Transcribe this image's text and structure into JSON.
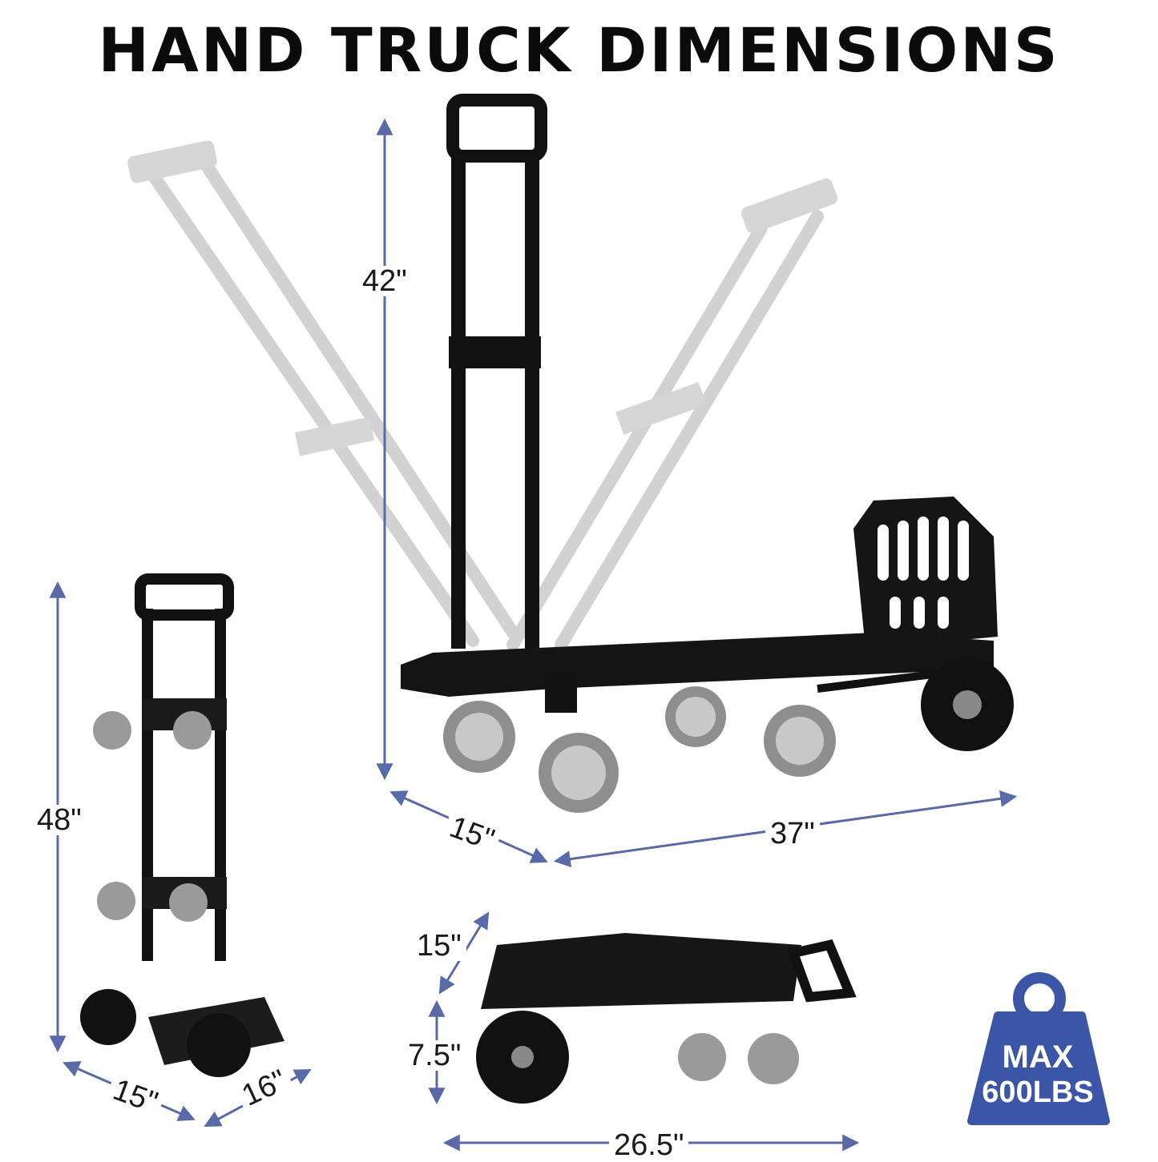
{
  "title": "HAND TRUCK DIMENSIONS",
  "dimensions": {
    "main_height": "42\"",
    "main_width": "15\"",
    "main_length": "37\"",
    "upright_height": "48\"",
    "upright_width": "15\"",
    "upright_depth": "16\"",
    "flat_width": "15\"",
    "flat_height": "7.5\"",
    "flat_length": "26.5\""
  },
  "badge": {
    "line1": "MAX",
    "line2": "600LBS",
    "icon": "weight-icon",
    "color": "#3b56a6"
  },
  "colors": {
    "arrow": "#5a6aa8",
    "frame": "#111111",
    "ghost": "#cfcfcf",
    "wheel": "#9a9a9a"
  }
}
